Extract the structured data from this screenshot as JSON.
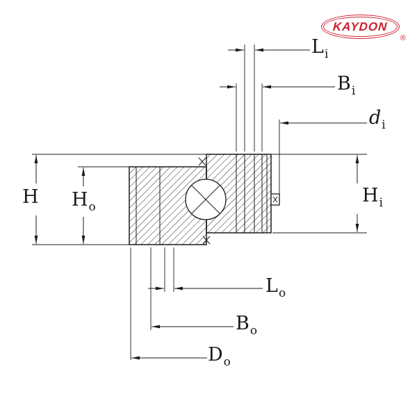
{
  "logo": {
    "brand": "KAYDON",
    "registered_mark": "®",
    "color": "#cc2030"
  },
  "diagram": {
    "description": "Slewing ring bearing cross-section with dimension callouts",
    "stroke_color": "#1a1a1a",
    "labels": {
      "Li": {
        "main": "L",
        "sub": "i"
      },
      "Bi": {
        "main": "B",
        "sub": "i"
      },
      "di": {
        "main": "d",
        "sub": "i"
      },
      "Hi": {
        "main": "H",
        "sub": "i"
      },
      "H": {
        "main": "H",
        "sub": ""
      },
      "Ho": {
        "main": "H",
        "sub": "o"
      },
      "Lo": {
        "main": "L",
        "sub": "o"
      },
      "Bo": {
        "main": "B",
        "sub": "o"
      },
      "Do": {
        "main": "D",
        "sub": "o"
      }
    }
  }
}
